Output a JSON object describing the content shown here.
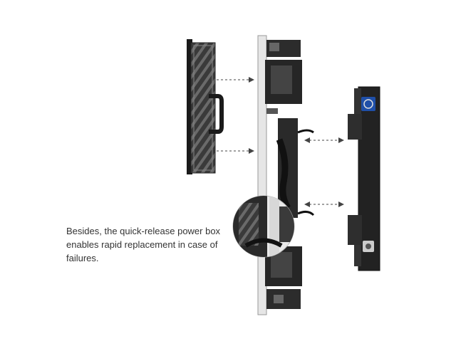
{
  "caption": {
    "lines": [
      "Besides, the quick-release power box",
      "enables rapid replacement in case of",
      "failures."
    ]
  },
  "illustration": {
    "parts": [
      "led-module",
      "cabinet-frame",
      "power-box"
    ],
    "colors": {
      "metal_dark": "#2a2a2a",
      "metal_mid": "#555555",
      "frame_light": "#e8e8e8",
      "connector_blue": "#1f4fa8",
      "arrow": "#444444"
    }
  }
}
